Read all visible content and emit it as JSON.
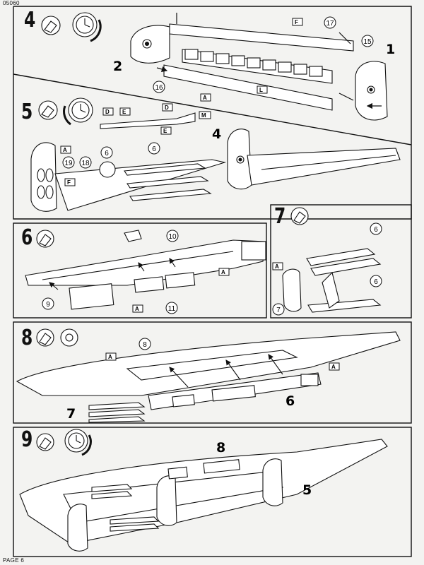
{
  "header": {
    "code": "05060"
  },
  "footer": {
    "page": "PAGE 6"
  },
  "steps": [
    {
      "number": "4"
    },
    {
      "number": "5"
    },
    {
      "number": "6"
    },
    {
      "number": "7"
    },
    {
      "number": "8"
    },
    {
      "number": "9"
    }
  ],
  "callouts": {
    "s4": {
      "p17": "17",
      "p15": "15",
      "p16": "16",
      "p1": "1",
      "p2": "2",
      "F": "F",
      "L": "L",
      "A": "A"
    },
    "s5": {
      "p6a": "6",
      "p6b": "6",
      "p19": "19",
      "p18": "18",
      "p4": "4",
      "A": "A",
      "F": "F",
      "D1": "D",
      "E1": "E",
      "D2": "D",
      "M": "M",
      "E2": "E"
    },
    "s6": {
      "p10": "10",
      "p9": "9",
      "p11": "11",
      "A1": "A",
      "A2": "A"
    },
    "s7": {
      "p6a": "6",
      "p6b": "6",
      "p7": "7",
      "A": "A"
    },
    "s8": {
      "p8": "8",
      "p7": "7",
      "p6": "6",
      "A1": "A",
      "A2": "A"
    },
    "s9": {
      "p8": "8",
      "p5": "5"
    }
  }
}
